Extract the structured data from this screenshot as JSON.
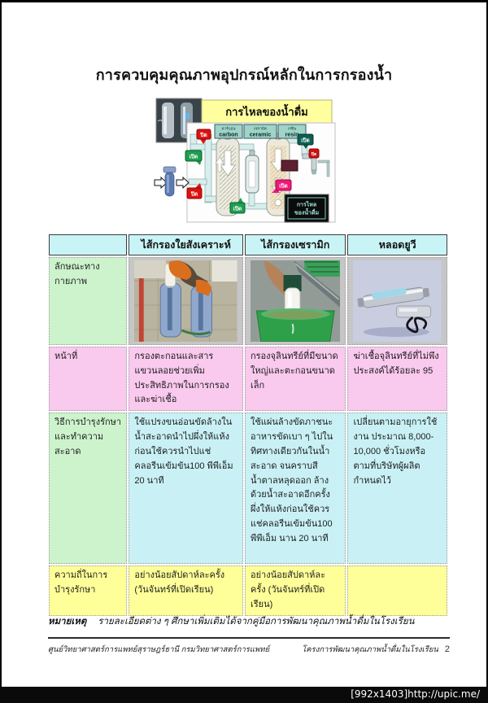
{
  "page": {
    "title": "การควบคุมคุณภาพอุปกรณ์หลักในการกรองน้ำ",
    "note_label": "หมายเหตุ",
    "note_text": "รายละเอียดต่าง ๆ ศึกษาเพิ่มเติมได้จากคู่มือการพัฒนาคุณภาพน้ำดื่มในโรงเรียน",
    "footer_left": "ศูนย์วิทยาศาสตร์การแพทย์สุราษฎร์ธานี กรมวิทยาศาสตร์การแพทย์",
    "footer_right": "โครงการพัฒนาคุณภาพน้ำดื่มในโรงเรียน",
    "page_number": "2",
    "watermark": "[992x1403]http://upic.me/"
  },
  "diagram": {
    "banner": "การไหลของน้ำดื่ม",
    "filter_labels": [
      {
        "thai": "คาร์บอน",
        "eng": "carbon"
      },
      {
        "thai": "เซรามิค",
        "eng": "ceramic"
      },
      {
        "thai": "เรซิน",
        "eng": "resin"
      }
    ],
    "valve_open": "เปิด",
    "valve_closed": "ปิด",
    "flow_box_line1": "การไหล",
    "flow_box_line2": "ของน้ำดื่ม"
  },
  "table": {
    "headers": [
      "",
      "ไส้กรองใยสังเคราะห์",
      "ไส้กรองเซรามิก",
      "หลอดยูวี"
    ],
    "row_labels": [
      "ลักษณะทางกายภาพ",
      "หน้าที่",
      "วิธีการบำรุงรักษาและทำความสะอาด",
      "ความถี่ในการบำรุงรักษา"
    ],
    "function_row": [
      "กรองตะกอนและสารแขวนลอยช่วยเพิ่มประสิทธิภาพในการกรองและฆ่าเชื้อ",
      "กรองจุลินทรีย์ที่มีขนาดใหญ่และตะกอนขนาดเล็ก",
      "ฆ่าเชื้อจุลินทรีย์ที่ไม่พึงประสงค์ได้ร้อยละ 95"
    ],
    "maintenance_row": [
      "ใช้แปรงขนอ่อนขัดล้างในน้ำสะอาดนำไปผึ่งให้แห้งก่อนใช้ควรนำไปแช่คลอรีนเข้มข้น100 พีพีเอ็ม 20 นาที",
      "ใช้แผ่นล้างขัดภาชนะอาหารขัดเบา ๆ ไปในทิศทางเดียวกันในน้ำสะอาด จนคราบสีน้ำตาลหลุดออก ล้างด้วยน้ำสะอาดอีกครั้ง ผึ่งให้แห้งก่อนใช้ควรแช่คลอรีนเข้มข้น100 พีพีเอ็ม นาน 20 นาที",
      "เปลี่ยนตามอายุการใช้งาน ประมาณ 8,000-10,000 ชั่วโมงหรือตามที่บริษัทผู้ผลิตกำหนดไว้"
    ],
    "frequency_row": [
      "อย่างน้อยสัปดาห์ละครั้ง (วันจันทร์ที่เปิดเรียน)",
      "อย่างน้อยสัปดาห์ละครั้ง (วันจันทร์ที่เปิดเรียน)",
      ""
    ]
  },
  "colors": {
    "header_cyan": "#c9f4f6",
    "label_green": "#cdf3cd",
    "pink": "#f9c9ee",
    "cell_cyan": "#c9f1f5",
    "yellow": "#ffff99",
    "photo_gray": "#c6c6c6",
    "banner_yellow": "#ffff9e",
    "tag_red": "#dd1111",
    "tag_green": "#1e9e50",
    "tag_pink": "#f01878",
    "tag_teal": "#0e5f52"
  }
}
